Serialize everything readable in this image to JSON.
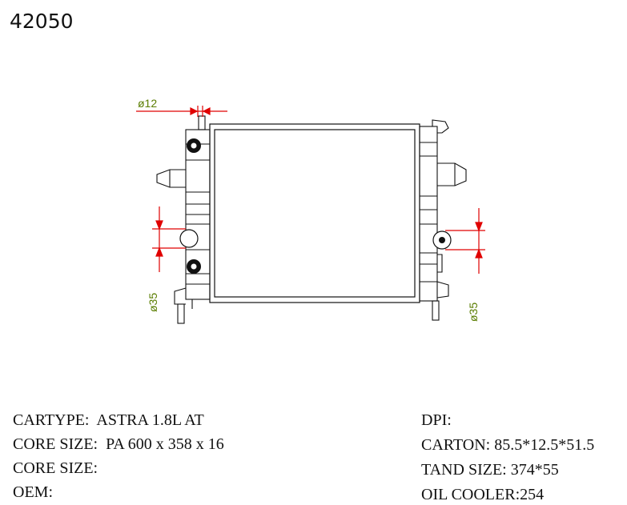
{
  "part_number": "42050",
  "drawing": {
    "tube_diameter_label": "ø12",
    "left_port_label": "ø35",
    "right_port_label": "ø35",
    "dimension_color": "#e00000",
    "label_color": "#5a7d00"
  },
  "specs_left": [
    {
      "label": "CARTYPE:",
      "value": "ASTRA 1.8L AT"
    },
    {
      "label": "CORE SIZE:",
      "value": "PA 600 x 358 x 16"
    },
    {
      "label": "CORE SIZE:",
      "value": ""
    },
    {
      "label": "OEM:",
      "value": ""
    }
  ],
  "specs_right": [
    {
      "label": "DPI:",
      "value": ""
    },
    {
      "label": "CARTON:",
      "value": "85.5*12.5*51.5"
    },
    {
      "label": "TAND SIZE:",
      "value": "374*55"
    },
    {
      "label": "OIL COOLER:",
      "value": "254"
    }
  ]
}
